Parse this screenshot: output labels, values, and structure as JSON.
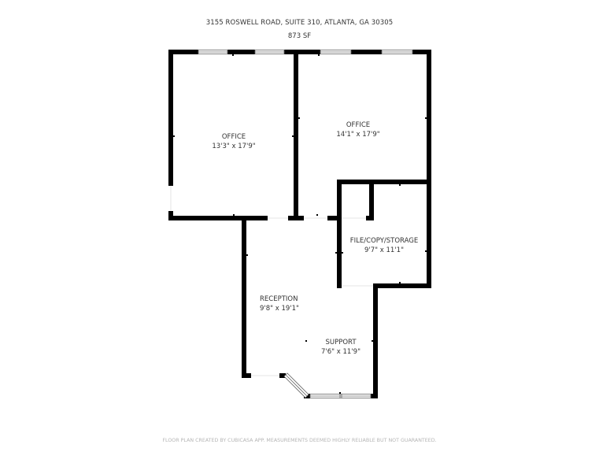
{
  "header": {
    "address": "3155 ROSWELL ROAD, SUITE 310, ATLANTA, GA 30305",
    "area": "873 SF"
  },
  "rooms": [
    {
      "name": "OFFICE",
      "dimensions": "13'3\" x 17'9\""
    },
    {
      "name": "OFFICE",
      "dimensions": "14'1\" x 17'9\""
    },
    {
      "name": "FILE/COPY/STORAGE",
      "dimensions": "9'7\" x 11'1\""
    },
    {
      "name": "RECEPTION",
      "dimensions": "9'8\" x 19'1\""
    },
    {
      "name": "SUPPORT",
      "dimensions": "7'6\" x 11'9\""
    }
  ],
  "footer": {
    "disclaimer": "FLOOR PLAN CREATED BY CUBICASA APP. MEASUREMENTS DEEMED HIGHLY RELIABLE BUT NOT GUARANTEED."
  },
  "colors": {
    "wall": "#000000",
    "window_frame": "#666666",
    "text": "#333333",
    "footer_text": "#b5b5b5"
  }
}
